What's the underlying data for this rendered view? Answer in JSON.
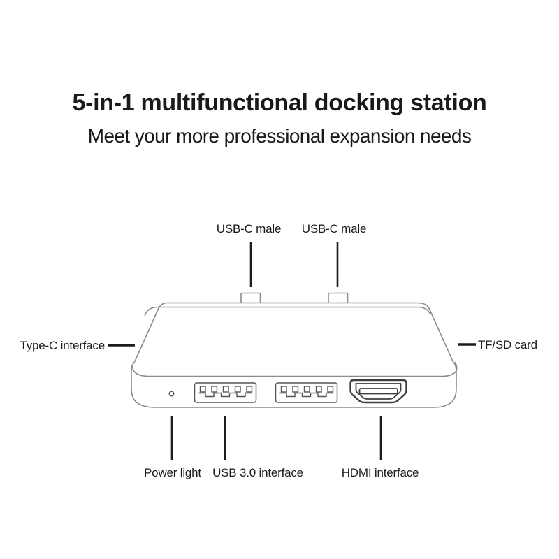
{
  "header": {
    "title": "5-in-1 multifunctional docking station",
    "subtitle": "Meet your more professional expansion needs"
  },
  "diagram": {
    "device": "docking station line drawing, front-top view",
    "labels": {
      "usbc_male_1": "USB-C male",
      "usbc_male_2": "USB-C male",
      "typec_interface": "Type-C interface",
      "tf_sd_card": "TF/SD card",
      "power_light": "Power light",
      "usb3_interface": "USB 3.0 interface",
      "hdmi_interface": "HDMI interface"
    },
    "parts": [
      "usbc-connector-icon",
      "usbc-connector-icon",
      "power-led-icon",
      "usb3-port-icon",
      "usb3-port-icon",
      "hdmi-port-icon"
    ],
    "colors": {
      "outline": "#8a8a8a",
      "port": "#565656",
      "hdmi": "#3f3f3f",
      "leader": "#1c1c1c",
      "text": "#1a1a1a",
      "bg": "#ffffff"
    }
  }
}
